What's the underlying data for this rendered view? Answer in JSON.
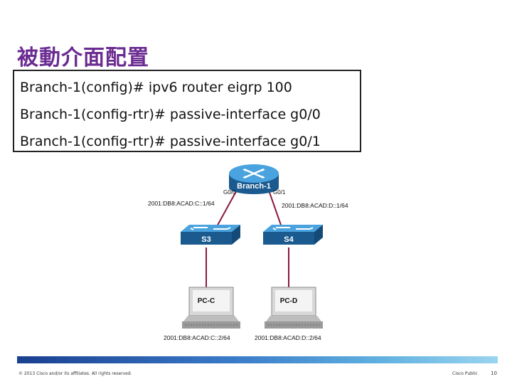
{
  "slide": {
    "title": "被動介面配置",
    "commands": [
      "Branch-1(config)# ipv6 router eigrp 100",
      "Branch-1(config-rtr)# passive-interface g0/0",
      "Branch-1(config-rtr)# passive-interface g0/1"
    ]
  },
  "topology": {
    "router": {
      "label": "Branch-1",
      "port_left": "G0/0",
      "port_right": "G0/1"
    },
    "links": {
      "left_addr": "2001:DB8:ACAD:C::1/64",
      "right_addr": "2001:DB8:ACAD:D::1/64"
    },
    "switches": [
      {
        "label": "S3"
      },
      {
        "label": "S4"
      }
    ],
    "pcs": [
      {
        "label": "PC-C",
        "addr": "2001:DB8:ACAD:C::2/64"
      },
      {
        "label": "PC-D",
        "addr": "2001:DB8:ACAD:D::2/64"
      }
    ]
  },
  "footer": {
    "copyright": "© 2013 Cisco and/or its affiliates. All rights reserved.",
    "classification": "Cisco Public",
    "page": "10"
  },
  "colors": {
    "title": "#6b2c91",
    "link": "#8b1a3a",
    "device_blue": "#1f6fa8"
  }
}
